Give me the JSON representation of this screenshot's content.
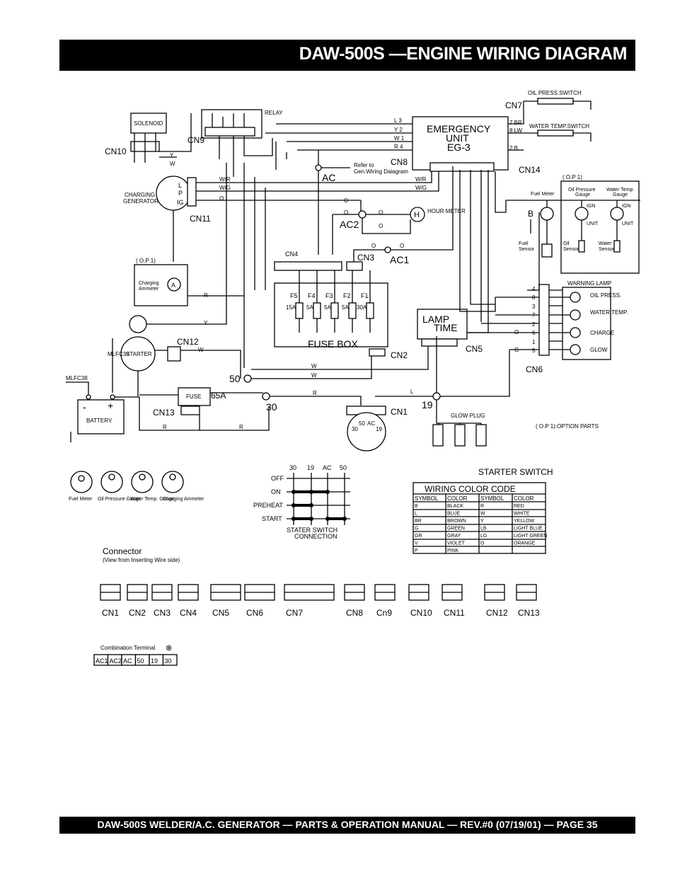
{
  "page": {
    "title": "DAW-500S  —ENGINE WIRING DIAGRAM",
    "footer": "DAW-500S  WELDER/A.C. GENERATOR — PARTS & OPERATION MANUAL — REV.#0 (07/19/01) — PAGE 35"
  },
  "components": {
    "solenoid": "SOLENOID",
    "relay": "RELAY",
    "emergency_unit": [
      "EMERGENCY",
      "UNIT",
      "EG-3"
    ],
    "oil_press_switch": "OIL PRESS.SWITCH",
    "water_temp_switch": "WATER TEMP.SWITCH",
    "charging_generator": [
      "CHARGING",
      "GENERATOR"
    ],
    "refer_note": [
      "Refer to",
      "Gen.Wiring Daiagram"
    ],
    "hour_meter": "HOUR METER",
    "op1": "( O.P 1)",
    "op1_left": "( O.P 1)",
    "fuel_meter": "Fuel Meter",
    "oil_pressure_gauge": [
      "Oil Pressure",
      "Gauge"
    ],
    "water_temp_gauge": [
      "Water Temp.",
      "Gauge"
    ],
    "fuel_sensor": [
      "Fuel",
      "Sensor"
    ],
    "oil_sensor": [
      "Oil",
      "Sensor"
    ],
    "water_sensor": [
      "Water",
      "Sensor"
    ],
    "charging_ammeter": [
      "Charging",
      "Ammeter"
    ],
    "warning_lamp": "WARNING LAMP",
    "warning_items": [
      "OIL PRESS.",
      "WATER TEMP.",
      "CHARGE",
      "GLOW"
    ],
    "fuse_box": "FUSE BOX",
    "fuses": [
      {
        "name": "F5",
        "rating": "15A"
      },
      {
        "name": "F4",
        "rating": "5A"
      },
      {
        "name": "F3",
        "rating": "5A"
      },
      {
        "name": "F2",
        "rating": "5A"
      },
      {
        "name": "F1",
        "rating": "30A"
      }
    ],
    "lamp_time": [
      "LAMP",
      "TIME"
    ],
    "starter": "STARTER",
    "battery": "BATTERY",
    "fuse": "FUSE",
    "fuse_rating": "65A",
    "glow_plug": "GLOW PLUG",
    "option_parts": "( O.P 1):OPTION PARTS",
    "mlfc38": "MLFC38",
    "ign": "IGN",
    "unit": "UNIT"
  },
  "terminals": {
    "ac": "AC",
    "ac1": "AC1",
    "ac2": "AC2",
    "t50": "50",
    "t30": "30",
    "t19": "19"
  },
  "connectors_on_diagram": [
    "CN1",
    "CN2",
    "CN3",
    "CN4",
    "CN5",
    "CN6",
    "CN7",
    "CN8",
    "CN9",
    "CN10",
    "CN11",
    "CN12",
    "CN13",
    "CN14"
  ],
  "starter_switch": {
    "title": "STARTER SWITCH",
    "columns": [
      "30",
      "19",
      "AC",
      "50"
    ],
    "positions": [
      "OFF",
      "ON",
      "PREHEAT",
      "START"
    ],
    "caption": [
      "STATER SWITCH",
      "CONNECTION"
    ]
  },
  "gauge_icons": [
    "Fuel Meter",
    "Oil Pressure Gauge",
    "Water Temp. Gauge",
    "Charging Ammeter"
  ],
  "wiring_color_code": {
    "title": "WIRING COLOR CODE",
    "headers": [
      "SYMBOL",
      "COLOR",
      "SYMBOL",
      "COLOR"
    ],
    "rows": [
      [
        "B",
        "BLACK",
        "R",
        "RED"
      ],
      [
        "L",
        "BLUE",
        "W",
        "WHITE"
      ],
      [
        "BR",
        "BROWN",
        "Y",
        "YELLOW"
      ],
      [
        "G",
        "GREEN",
        "LB",
        "LIGHT BLUE"
      ],
      [
        "GR",
        "GRAY",
        "LG",
        "LIGHT GREEN"
      ],
      [
        "V",
        "VIOLET",
        "O",
        "ORANGE"
      ],
      [
        "P",
        "PINK",
        "",
        ""
      ]
    ]
  },
  "connector_legend": {
    "title": "Connector",
    "subtitle": "(View from Inserting Wire side)",
    "items": [
      "CN1",
      "CN2",
      "CN3",
      "CN4",
      "CN5",
      "CN6",
      "CN7",
      "CN8",
      "Cn9",
      "CN10",
      "CN11",
      "CN12",
      "CN13"
    ]
  },
  "combination_terminal": {
    "title": "Combination Terminal",
    "cells": [
      "AC1",
      "AC2",
      "AC",
      "50",
      "19",
      "30"
    ]
  }
}
